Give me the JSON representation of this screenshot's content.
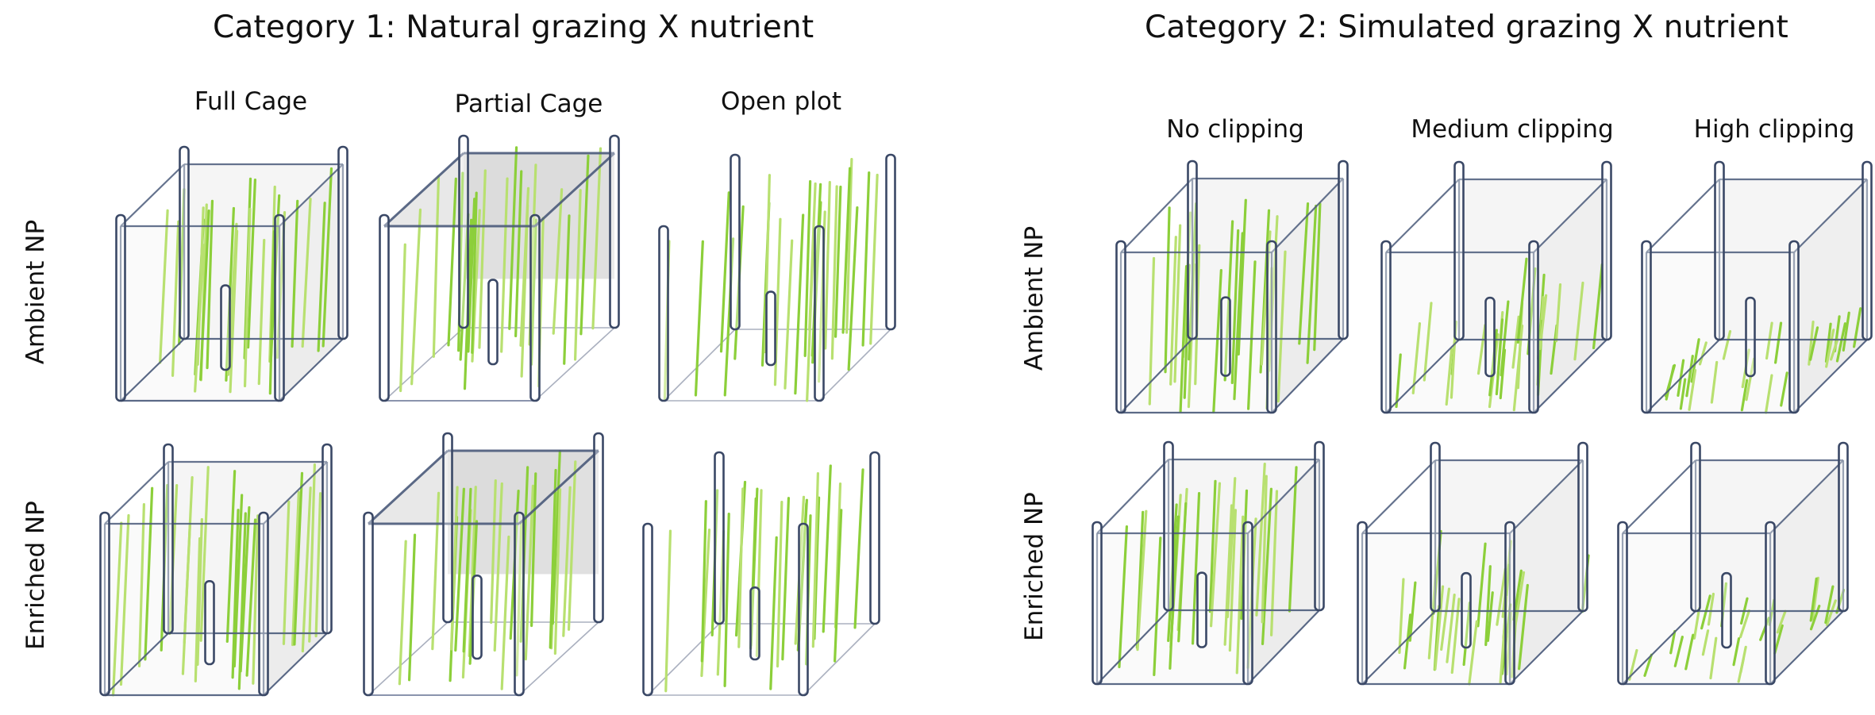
{
  "figure": {
    "category1": {
      "title": "Category 1: Natural grazing X nutrient",
      "columns": [
        "Full Cage",
        "Partial Cage",
        "Open plot"
      ],
      "rows": [
        "Ambient NP",
        "Enriched NP"
      ]
    },
    "category2": {
      "title": "Category 2: Simulated grazing X nutrient",
      "columns": [
        "No clipping",
        "Medium clipping",
        "High clipping"
      ],
      "rows": [
        "Ambient NP",
        "Enriched NP"
      ]
    }
  },
  "colors": {
    "cage_edge": "#4a5a7a",
    "post_stroke": "#3a4866",
    "grass": "#8ccf3a",
    "grass_light": "#b8e070",
    "panel_shade": "#e8e8e8"
  },
  "treatments": {
    "cage_types": [
      "full",
      "partial",
      "open"
    ],
    "clipping_levels": [
      "none",
      "medium",
      "high"
    ]
  }
}
